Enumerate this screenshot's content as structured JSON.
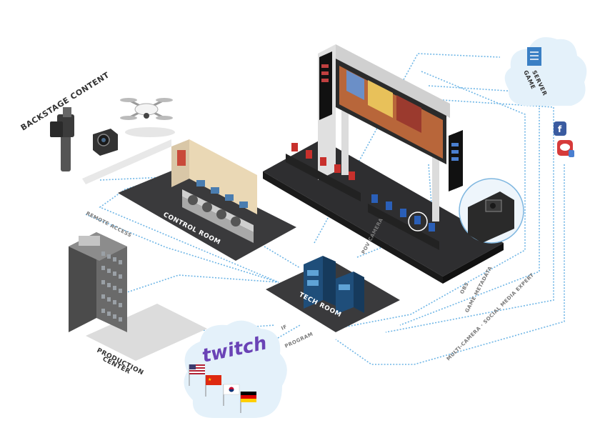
{
  "labels": {
    "backstage_content": "BACKSTAGE CONTENT",
    "remote_access": "REMOTE ACCESS",
    "production_center_1": "PRODUCTION",
    "production_center_2": "CENTER",
    "control_room": "CONTROL ROOM",
    "tech_room": "TECH ROOM",
    "game_server_1": "GAME",
    "game_server_2": "SERVER",
    "twitch": "twitch",
    "flow_pov_camera": "POV CAMERA",
    "flow_game_metadata": "GAME METADATA",
    "flow_multi_camera": "MULTI-CAMERA · SOCIAL MEDIA EXPERT",
    "flow_program": "PROGRAM",
    "flow_if": "IF",
    "flow_obs": "OBS"
  },
  "social_icons": [
    "facebook-icon",
    "chat-icon"
  ],
  "flags": [
    "usa-flag",
    "china-flag",
    "korea-flag",
    "germany-flag"
  ],
  "colors": {
    "flow": "#6fb6e6",
    "floor_dark": "#3a3a3c",
    "cloud": "#e4f1fa",
    "twitch": "#6a43b6"
  }
}
